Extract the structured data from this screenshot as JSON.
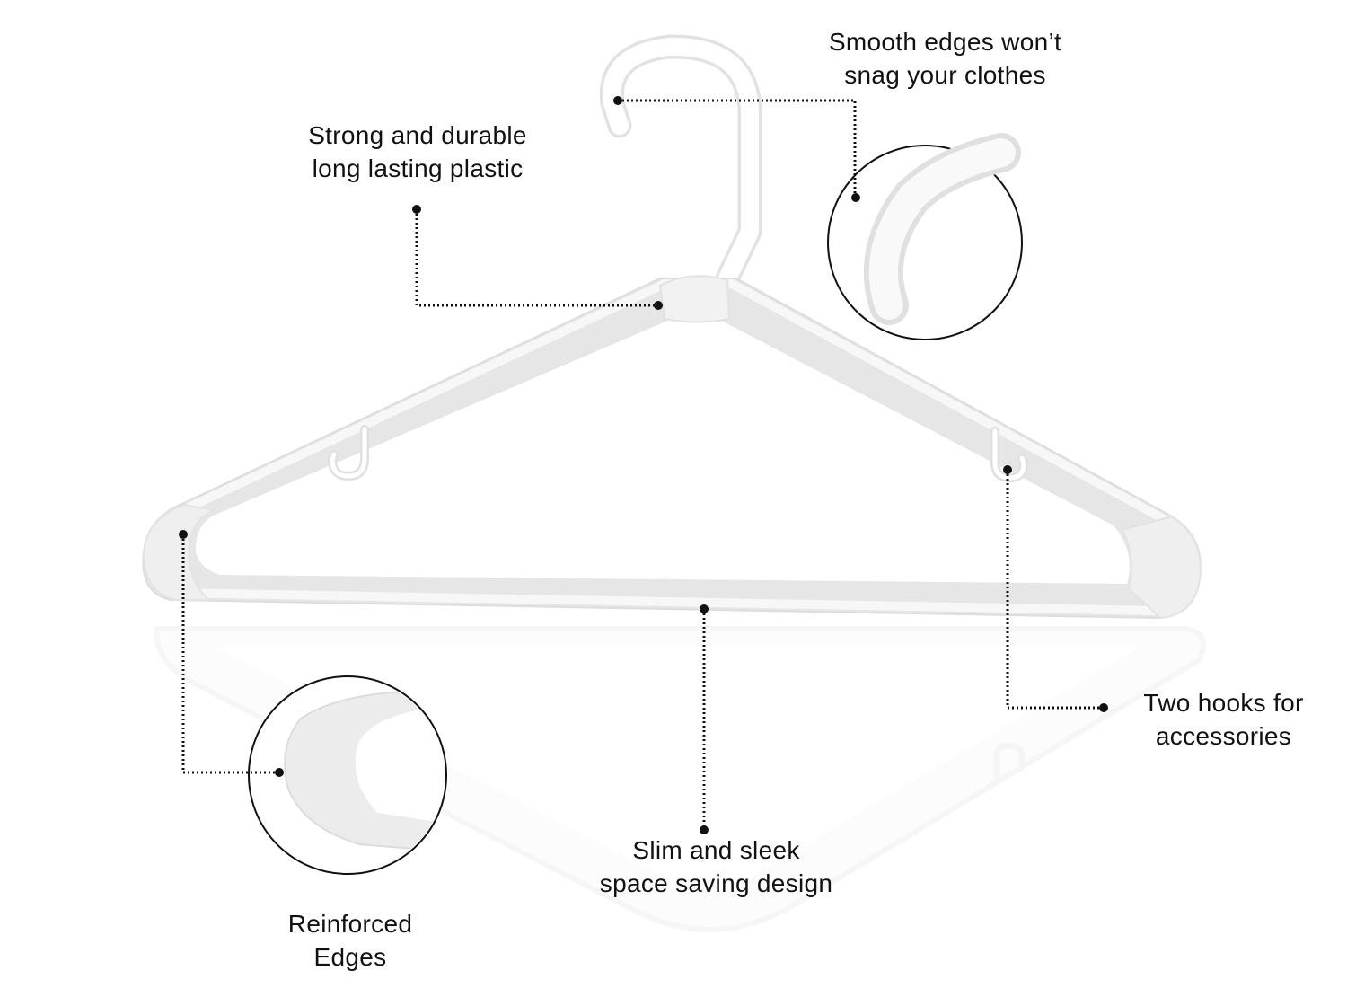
{
  "annotations": {
    "smooth_edges": {
      "line1": "Smooth edges won’t",
      "line2": "snag your clothes"
    },
    "strong_durable": {
      "line1": "Strong and durable",
      "line2": "long lasting plastic"
    },
    "two_hooks": {
      "line1": "Two hooks for",
      "line2": "accessories"
    },
    "slim_sleek": {
      "line1": "Slim and sleek",
      "line2": "space saving design"
    },
    "reinforced": {
      "line1": "Reinforced",
      "line2": "Edges"
    }
  },
  "colors": {
    "background": "#ffffff",
    "hanger_fill": "#ffffff",
    "hanger_edge": "#e4e4e4",
    "hanger_shade": "#eeeeee",
    "reflection": "#f6f6f6",
    "leader_line": "#111111",
    "circle_outline": "#111111",
    "text": "#111111"
  },
  "icons": [
    "plastic-hanger-icon",
    "hook-detail-icon",
    "reinforced-edge-detail-icon"
  ]
}
